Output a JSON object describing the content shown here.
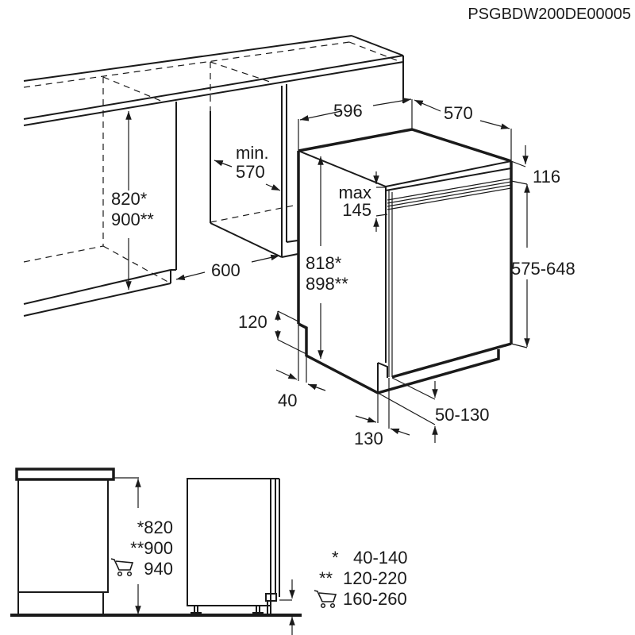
{
  "document_code": "PSGBDW200DE00005",
  "top_view": {
    "niche_height": {
      "line1": "820*",
      "line2": "900**"
    },
    "niche_depth": {
      "line1": "min.",
      "line2": "570"
    },
    "niche_width": "600",
    "appliance_width": "596",
    "appliance_depth": "570",
    "appliance_height": {
      "line1": "818*",
      "line2": "898**"
    },
    "top_gap": {
      "line1": "max",
      "line2": "145"
    },
    "panel_offset": "116",
    "door_panel_height": "575-648",
    "plinth_height": "120",
    "plinth_recess": "40",
    "plinth_depth": "130",
    "plinth_range": "50-130"
  },
  "bottom_view": {
    "heights": [
      {
        "prefix": "*",
        "value": "820"
      },
      {
        "prefix": "**",
        "value": "900"
      },
      {
        "prefix": "cart-icon",
        "value": "940"
      }
    ],
    "plinth_heights": [
      {
        "prefix": "*",
        "value": "40-140"
      },
      {
        "prefix": "**",
        "value": "120-220"
      },
      {
        "prefix": "cart-icon",
        "value": "160-260"
      }
    ]
  },
  "colors": {
    "line": "#1a1a1a",
    "background": "#ffffff"
  }
}
